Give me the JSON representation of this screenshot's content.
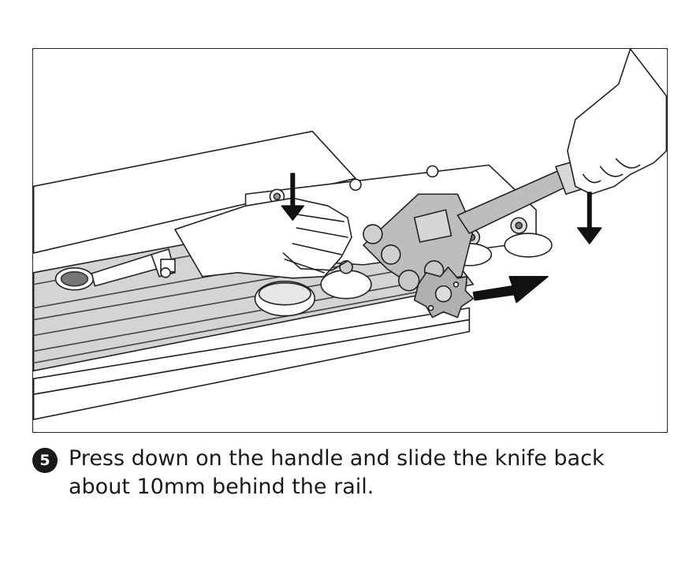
{
  "step": {
    "number": "5",
    "lines": [
      "Press down on the handle and slide the knife back",
      "about 10mm behind the rail."
    ]
  }
}
